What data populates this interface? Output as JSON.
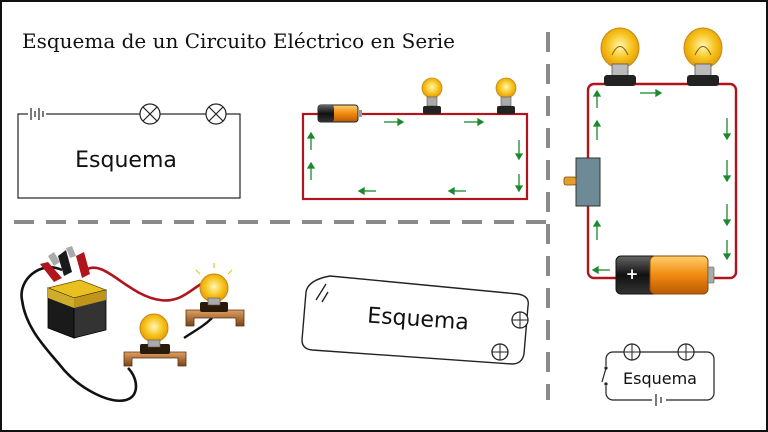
{
  "title": "Esquema de un Circuito Eléctrico en Serie",
  "panels": {
    "schematic_top": {
      "label": "Esquema"
    },
    "schematic_bottom": {
      "label": "Esquema"
    },
    "schematic_right": {
      "label": "Esquema"
    }
  },
  "battery": {
    "plus_sign": "+"
  },
  "colors": {
    "wire": "#b0141c",
    "arrow": "#1a8a2c",
    "divider": "#8a8a8a",
    "battery_orange": "#f08a10",
    "bulb_glow": "#f6c21a"
  }
}
